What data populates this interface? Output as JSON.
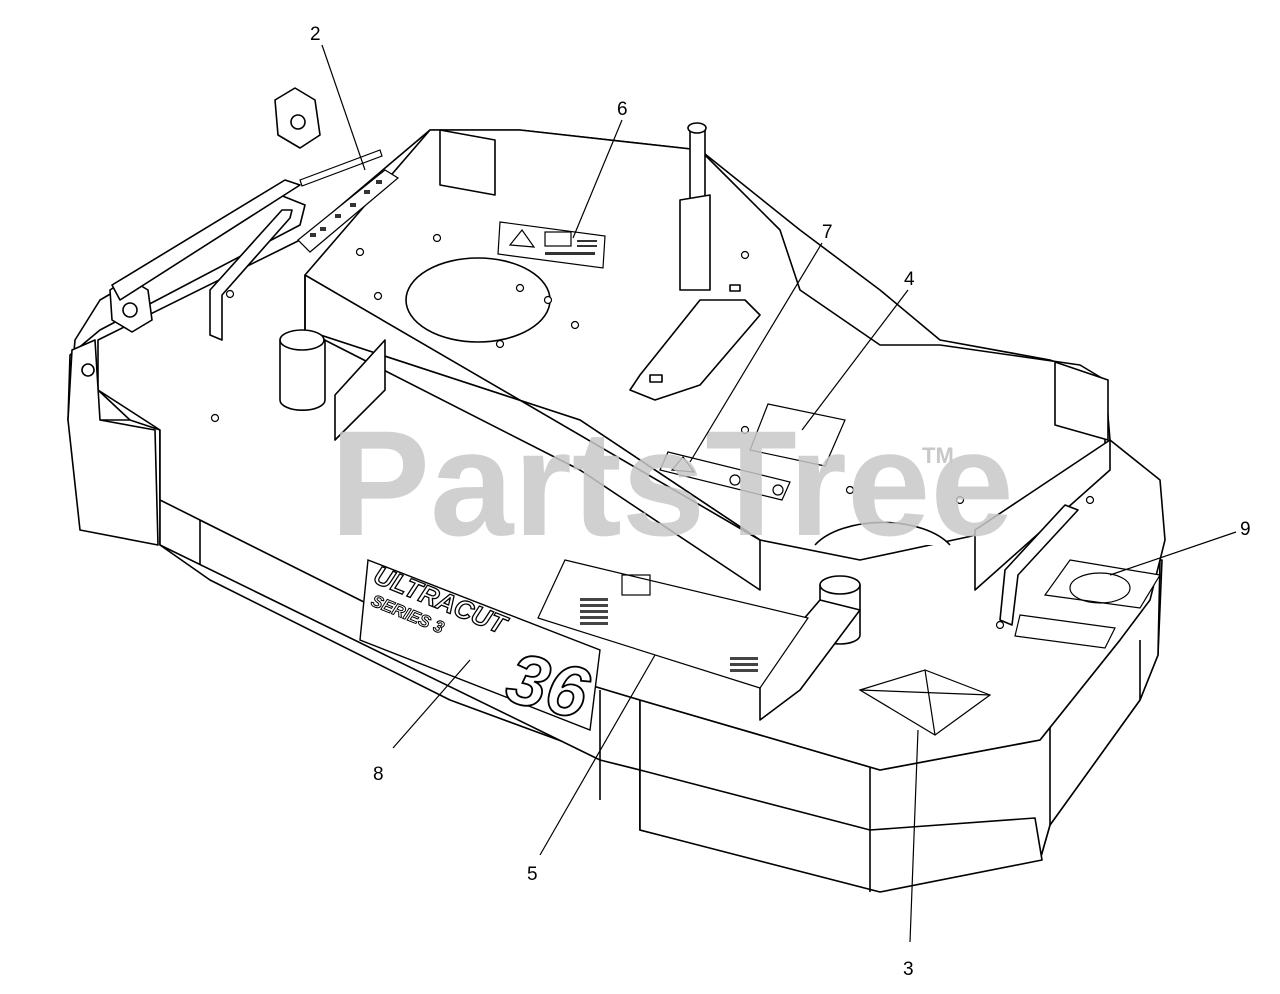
{
  "diagram": {
    "callouts": [
      {
        "id": "callout-2",
        "label": "2"
      },
      {
        "id": "callout-6",
        "label": "6"
      },
      {
        "id": "callout-7",
        "label": "7"
      },
      {
        "id": "callout-4",
        "label": "4"
      },
      {
        "id": "callout-9",
        "label": "9"
      },
      {
        "id": "callout-8",
        "label": "8"
      },
      {
        "id": "callout-5",
        "label": "5"
      },
      {
        "id": "callout-3",
        "label": "3"
      }
    ],
    "badge": {
      "brand": "ULTRACUT",
      "series": "SERIES 3",
      "size": "36"
    },
    "watermark": {
      "text": "PartsTree",
      "tm": "TM"
    },
    "colors": {
      "line": "#000000",
      "fill": "#ffffff",
      "watermark": "#c8c8c8"
    }
  }
}
